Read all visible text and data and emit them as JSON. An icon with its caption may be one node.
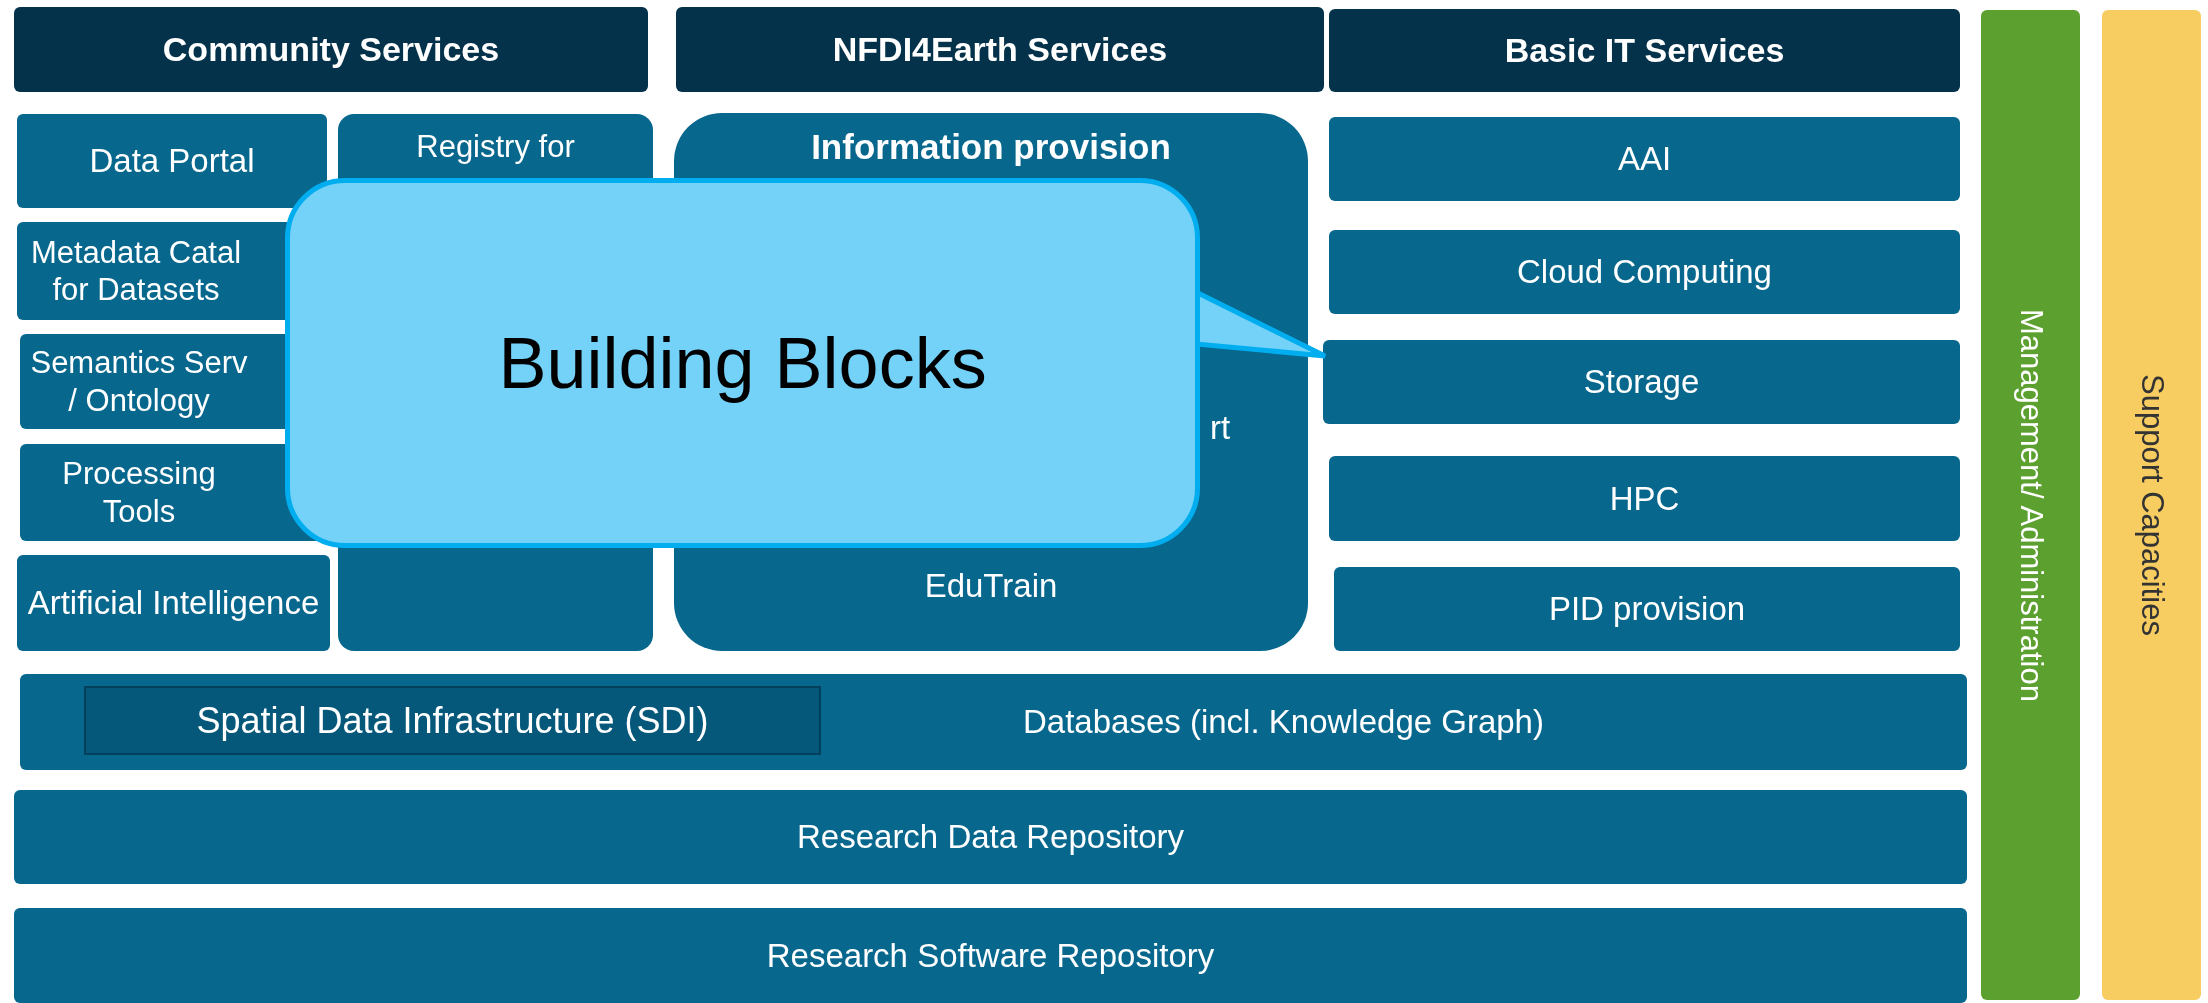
{
  "diagram": {
    "nodes": [
      {
        "text": [
          "Community Services"
        ]
      },
      {
        "text": [
          "NFDI4Earth Services"
        ]
      },
      {
        "text": [
          "Basic IT Services"
        ]
      },
      {
        "text": [
          "Management/ Administration"
        ]
      },
      {
        "text": [
          "Support Capacities"
        ]
      },
      {
        "text": [
          "Data Portal"
        ]
      },
      {
        "text": [
          "Registry for"
        ]
      },
      {
        "text": [
          "Information provision",
          "rt",
          "EduTrain"
        ]
      },
      {
        "text": [
          "Metadata Catal for Datasets"
        ]
      },
      {
        "text": [
          "Semantics Serv / Ontology"
        ]
      },
      {
        "text": [
          "Processing Tools"
        ]
      },
      {
        "text": [
          "Artificial Intelligence"
        ]
      },
      {
        "text": [
          "AAI"
        ]
      },
      {
        "text": [
          "Cloud Computing"
        ]
      },
      {
        "text": [
          "Storage"
        ]
      },
      {
        "text": [
          "HPC"
        ]
      },
      {
        "text": [
          "PID provision"
        ]
      },
      {
        "text": [
          "Databases (incl. Knowledge Graph)"
        ]
      },
      {
        "text": [
          "Spatial Data Infrastructure (SDI)"
        ],
        "in": 17
      },
      {
        "text": [
          "Research Data Repository"
        ]
      },
      {
        "text": [
          "Research Software Repository"
        ]
      },
      {
        "text": [
          "Building Blocks"
        ]
      }
    ],
    "edges": [
      {
        "from": 21,
        "to": 14,
        "arrow": "none"
      }
    ]
  }
}
